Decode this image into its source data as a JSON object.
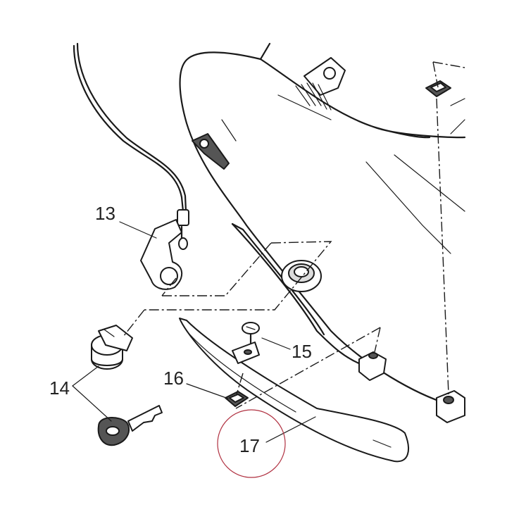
{
  "callouts": [
    {
      "id": "13",
      "label": "13"
    },
    {
      "id": "14",
      "label": "14"
    },
    {
      "id": "15",
      "label": "15"
    },
    {
      "id": "16",
      "label": "16"
    },
    {
      "id": "17",
      "label": "17"
    }
  ],
  "colors": {
    "line": "#1a1a1a",
    "highlight_circle": "#b03040",
    "background": "#ffffff"
  }
}
